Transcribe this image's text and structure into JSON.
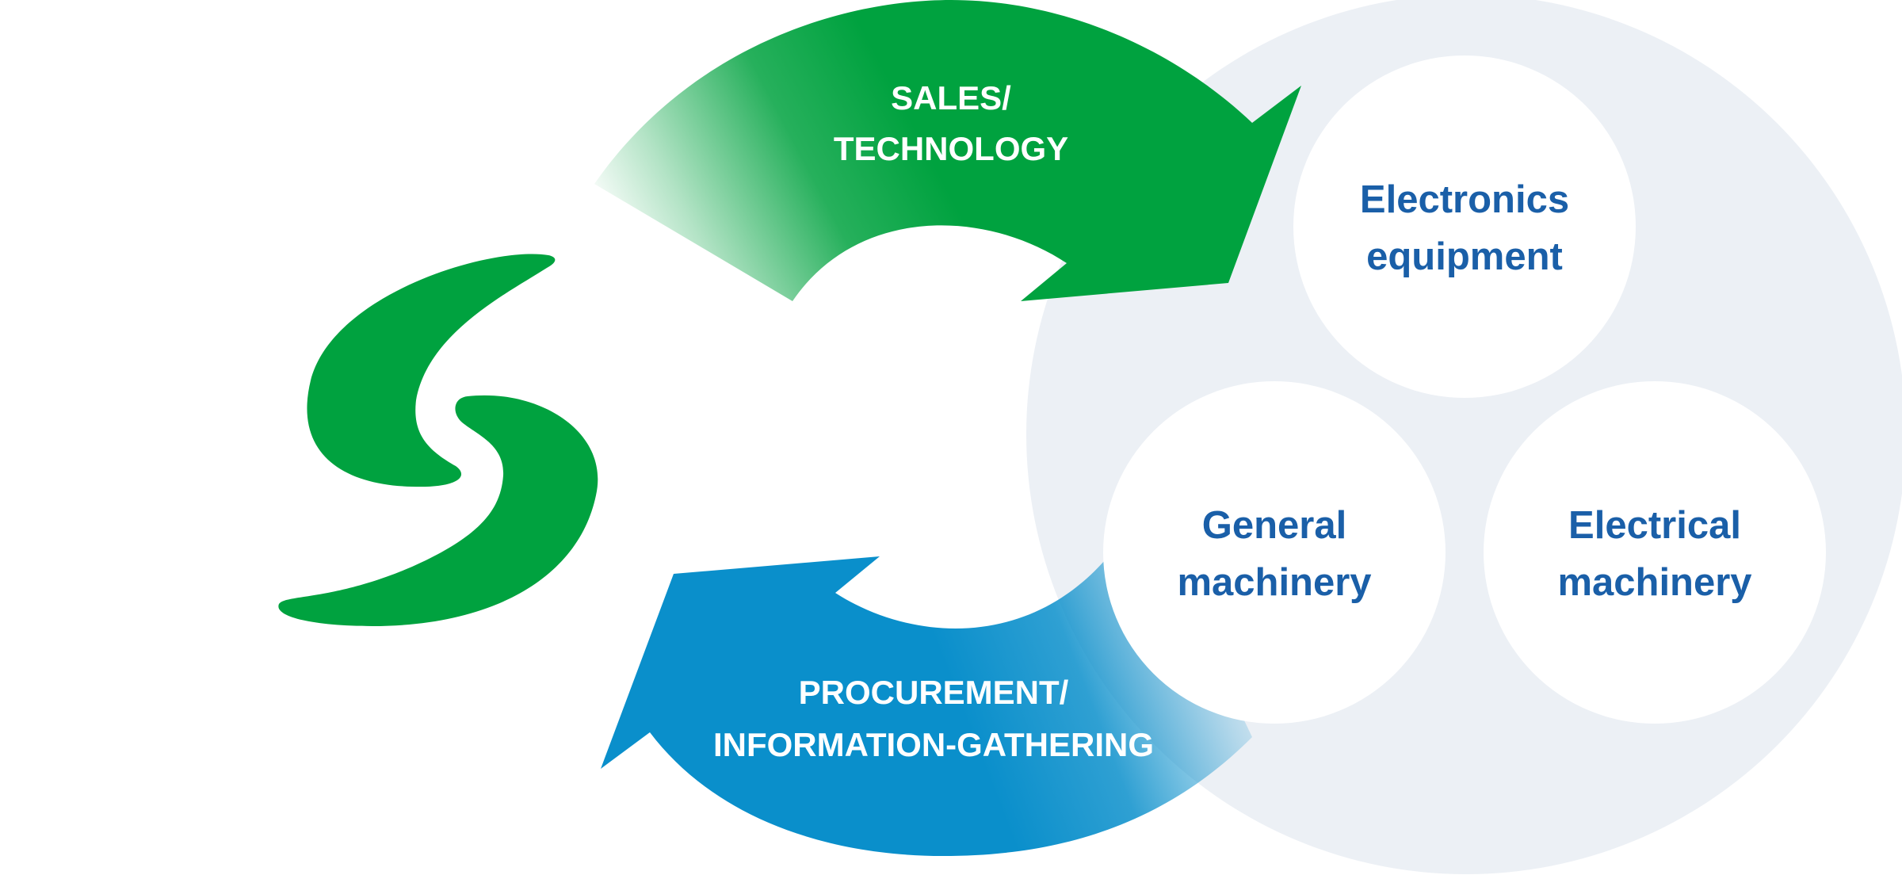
{
  "colors": {
    "brand_green": "#00a23f",
    "brand_blue": "#0a8fcb",
    "cloud_gray": "#ecf0f5",
    "sector_text": "#1a5fa8",
    "label_text": "#ffffff"
  },
  "logo": {
    "icon": "s-swirl-logo-icon"
  },
  "cycle": {
    "top_arrow": {
      "line1": "SALES/",
      "line2": "TECHNOLOGY",
      "color": "#00a23f"
    },
    "bottom_arrow": {
      "line1": "PROCUREMENT/",
      "line2": "INFORMATION-GATHERING",
      "color": "#0a8fcb"
    }
  },
  "sectors": {
    "electronics": {
      "line1": "Electronics",
      "line2": "equipment"
    },
    "general": {
      "line1": "General",
      "line2": "machinery"
    },
    "electrical": {
      "line1": "Electrical",
      "line2": "machinery"
    }
  }
}
